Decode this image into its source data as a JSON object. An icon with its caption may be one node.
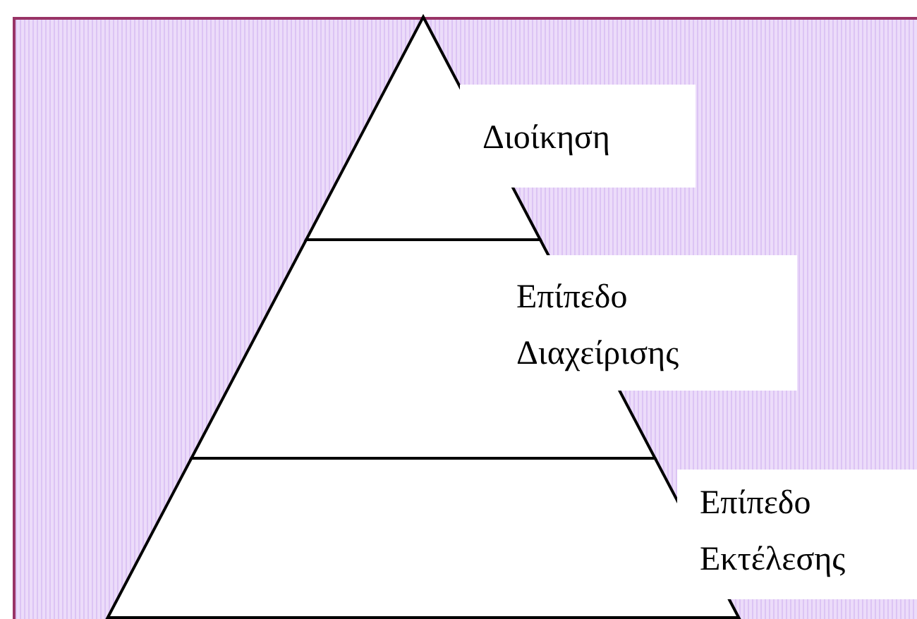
{
  "diagram": {
    "nodes": [
      {
        "text": [
          "Διοίκηση"
        ]
      },
      {
        "text": [
          "Επίπεδο Διαχείρισης"
        ]
      },
      {
        "text": [
          "Επίπεδο Εκτέλεσης"
        ]
      }
    ]
  }
}
